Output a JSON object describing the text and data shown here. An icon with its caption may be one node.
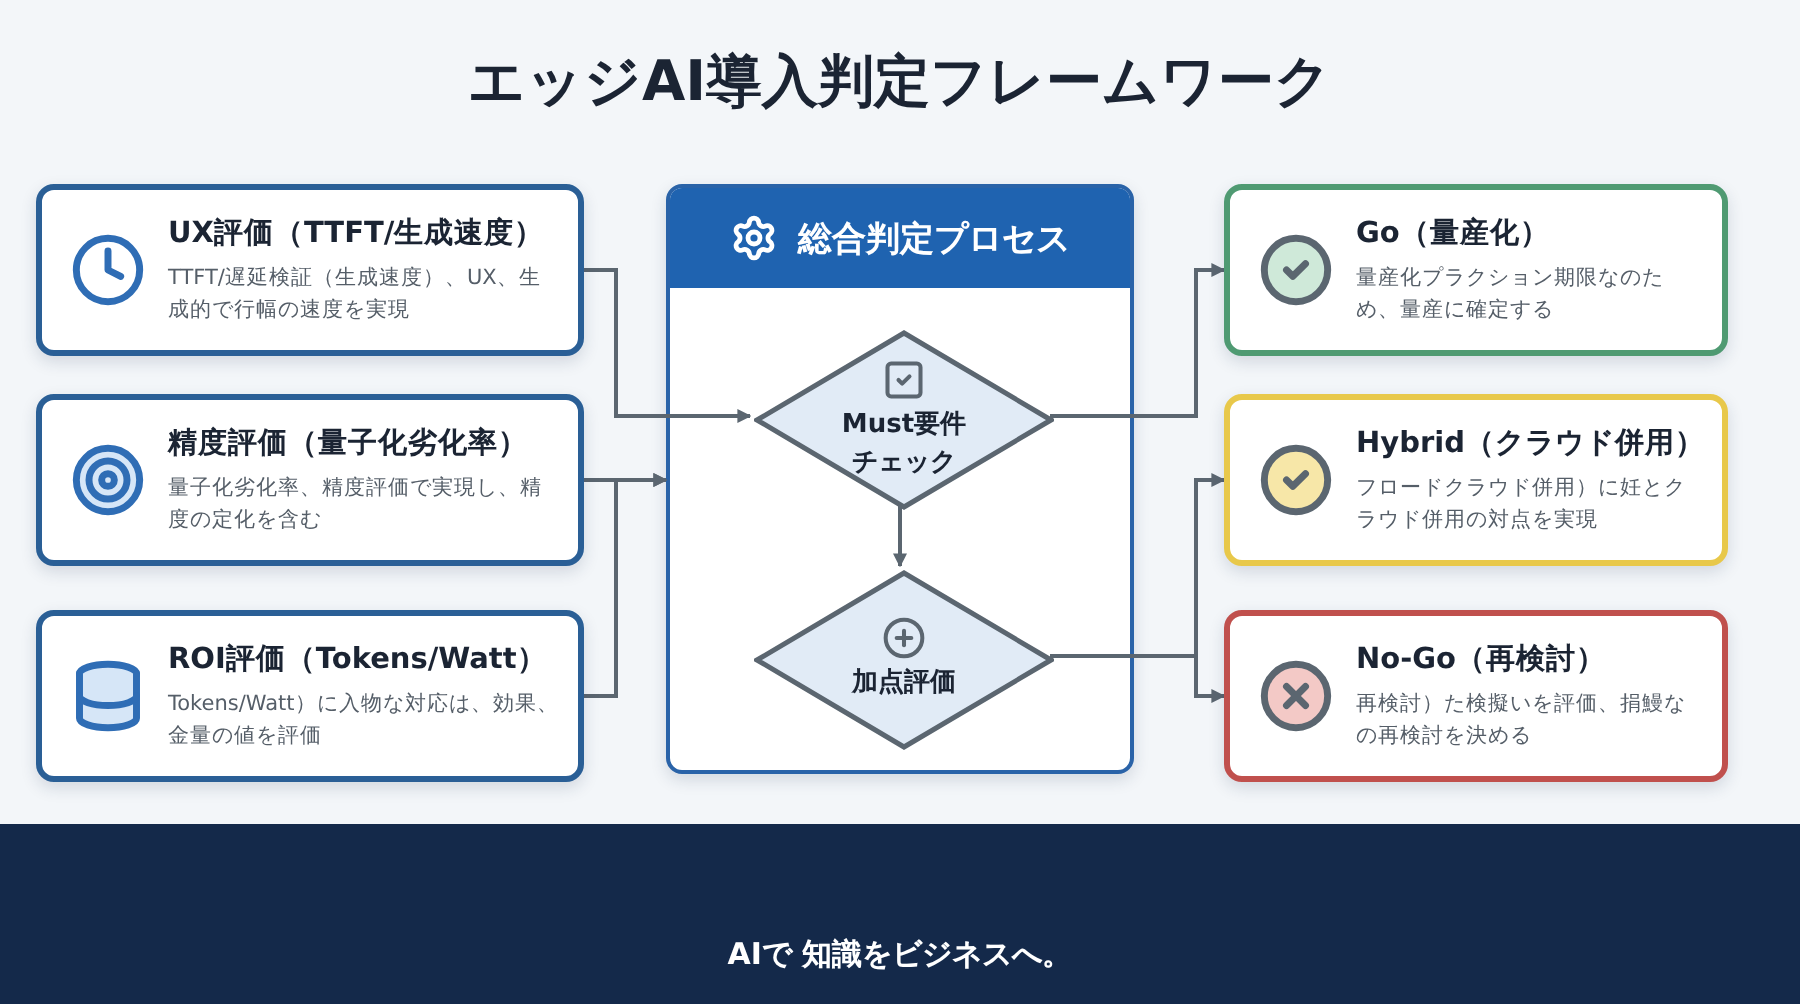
{
  "diagram": {
    "title": "エッジAI導入判定フレームワーク",
    "nodes": [
      {
        "text": [
          "UX評価（TTFT/生成速度）",
          "TTFT/遅延検証（生成速度）、UX、生成的で行幅の速度を実現"
        ]
      },
      {
        "text": [
          "精度評価（量子化劣化率）",
          "量子化劣化率、精度評価で実現し、精度の定化を含む"
        ]
      },
      {
        "text": [
          "ROI評価（Tokens/Watt）",
          "Tokens/Watt）に入物な対応は、効果、金量の値を評価"
        ]
      },
      {
        "text": [
          "総合判定プロセス"
        ]
      },
      {
        "text": [
          "Must要件チェック"
        ],
        "in": 3
      },
      {
        "text": [
          "加点評価"
        ],
        "in": 3
      },
      {
        "text": [
          "Go（量産化）",
          "量産化プラクション期限なのため、量産に確定する"
        ]
      },
      {
        "text": [
          "Hybrid（クラウド併用）",
          "フロードクラウド併用）に妊とクラウド併用の対点を実現"
        ]
      },
      {
        "text": [
          "No-Go（再検討）",
          "再検討）た検擬いを評価、捐鰻なの再検討を決める"
        ]
      }
    ],
    "edges": [
      {
        "from": 0,
        "to": 4,
        "arrow": "to"
      },
      {
        "from": 1,
        "to": 3,
        "arrow": "to"
      },
      {
        "from": 2,
        "to": 3,
        "arrow": "to"
      },
      {
        "from": 4,
        "to": 5,
        "arrow": "to"
      },
      {
        "from": 4,
        "to": 6,
        "arrow": "to"
      },
      {
        "from": 5,
        "to": 7,
        "arrow": "to"
      },
      {
        "from": 5,
        "to": 8,
        "arrow": "to"
      }
    ],
    "labels": [
      "AIで 知識をビジネスへ。"
    ]
  }
}
